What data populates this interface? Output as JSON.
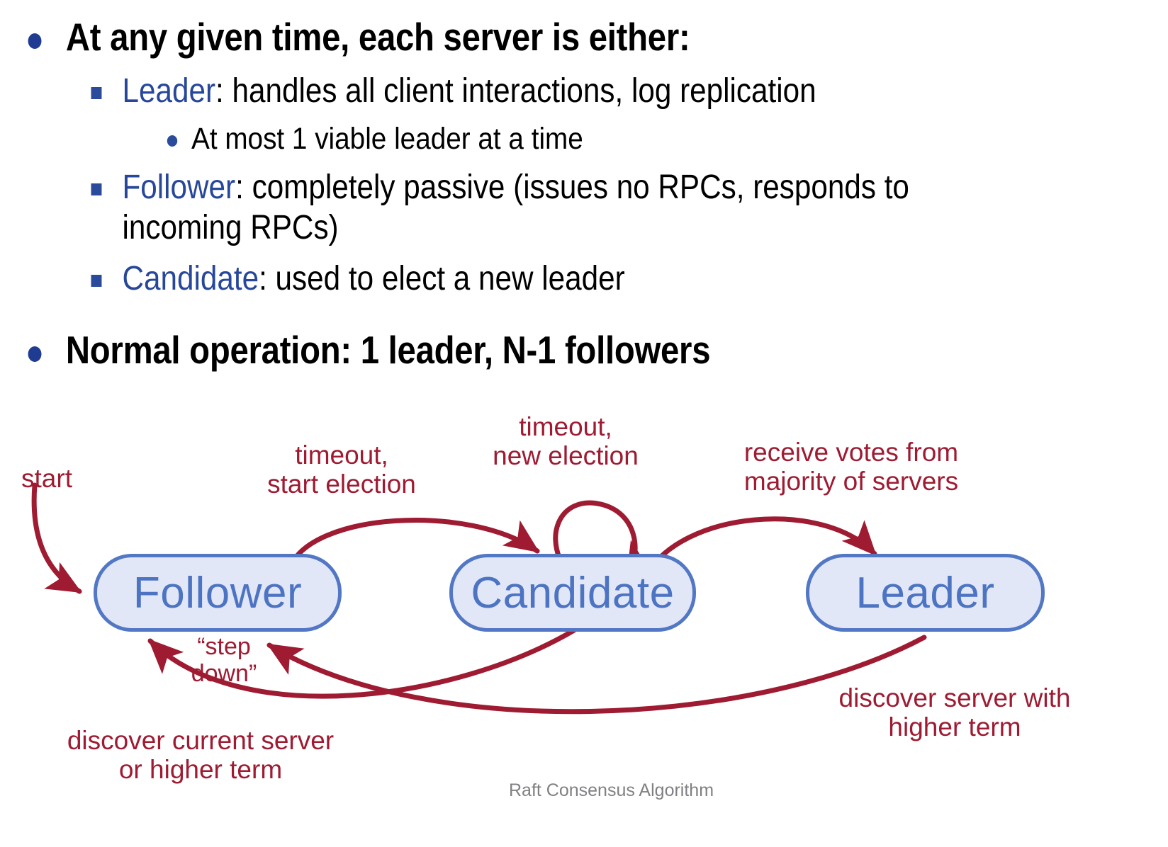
{
  "slide": {
    "bullets": [
      {
        "level": 1,
        "text": "At any given time, each server is either:"
      },
      {
        "level": 2,
        "keyword": "Leader",
        "rest": ": handles all client interactions, log replication"
      },
      {
        "level": 3,
        "text": "At most 1 viable leader at a time"
      },
      {
        "level": 2,
        "keyword": "Follower",
        "rest": ": completely passive (issues no RPCs, responds to incoming RPCs)"
      },
      {
        "level": 2,
        "keyword": "Candidate",
        "rest": ": used to elect a new leader"
      },
      {
        "level": 1,
        "text": "Normal operation: 1 leader, N-1 followers"
      }
    ]
  },
  "diagram": {
    "type": "state-machine",
    "title": "Raft Consensus Algorithm",
    "states": [
      {
        "id": "follower",
        "label": "Follower"
      },
      {
        "id": "candidate",
        "label": "Candidate"
      },
      {
        "id": "leader",
        "label": "Leader"
      }
    ],
    "transitions": [
      {
        "from": "",
        "to": "follower",
        "label": "start"
      },
      {
        "from": "follower",
        "to": "candidate",
        "label": "timeout,\nstart election"
      },
      {
        "from": "candidate",
        "to": "candidate",
        "label": "timeout,\nnew election"
      },
      {
        "from": "candidate",
        "to": "leader",
        "label": "receive votes from\nmajority of servers"
      },
      {
        "from": "candidate",
        "to": "follower",
        "label": "discover current server\nor higher term"
      },
      {
        "from": "leader",
        "to": "follower",
        "label": "discover server with\nhigher term"
      },
      {
        "from": "leader",
        "to": "follower",
        "label": "“step\ndown”"
      }
    ],
    "colors": {
      "arrow": "#9E1B32",
      "state_fill": "#E1E7F6",
      "state_border": "#5277C4",
      "state_text": "#4D74C3",
      "caption": "#808084",
      "keyword_blue": "#27479B"
    }
  }
}
